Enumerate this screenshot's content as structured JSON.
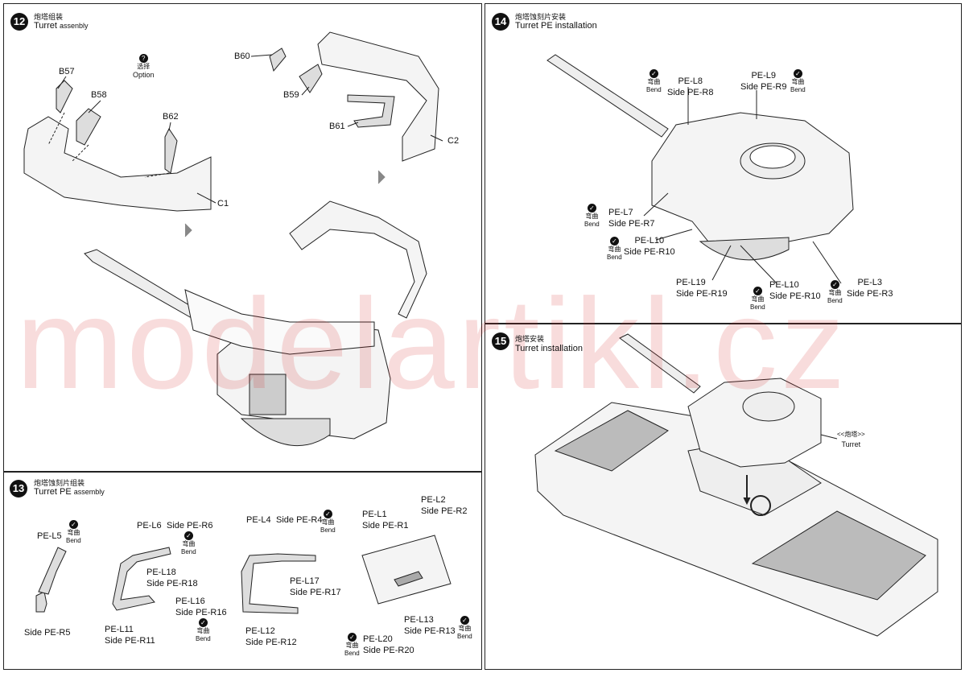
{
  "step12": {
    "num": "12",
    "cn": "炮塔组装",
    "en_word": "Turret",
    "en_sub": "assenbly",
    "option_cn": "选择",
    "option_en": "Option",
    "parts": {
      "b57": "B57",
      "b58": "B58",
      "b62": "B62",
      "b60": "B60",
      "b59": "B59",
      "b61": "B61",
      "c1": "C1",
      "c2": "C2"
    }
  },
  "step13": {
    "num": "13",
    "cn": "炮塔蚀刻片组装",
    "en_word": "Turret PE",
    "en_sub": "assembly",
    "bend_cn": "弯曲",
    "bend_en": "Bend",
    "l5": "PE-L5",
    "r5": "Side PE-R5",
    "l6": "PE-L6",
    "r6": "Side PE-R6",
    "l18": "PE-L18",
    "r18": "Side PE-R18",
    "l16": "PE-L16",
    "r16": "Side PE-R16",
    "l11": "PE-L11",
    "r11": "Side PE-R11",
    "l4": "PE-L4",
    "r4": "Side PE-R4",
    "l17": "PE-L17",
    "r17": "Side PE-R17",
    "l12": "PE-L12",
    "r12": "Side PE-R12",
    "l1": "PE-L1",
    "r1": "Side PE-R1",
    "l2": "PE-L2",
    "r2": "Side PE-R2",
    "l13": "PE-L13",
    "r13": "Side PE-R13",
    "l20": "PE-L20",
    "r20": "Side PE-R20"
  },
  "step14": {
    "num": "14",
    "cn": "炮塔蚀刻片安装",
    "en": "Turret PE  installation",
    "bend_cn": "弯曲",
    "bend_en": "Bend",
    "l8": "PE-L8",
    "r8": "Side PE-R8",
    "l9": "PE-L9",
    "r9": "Side PE-R9",
    "l7": "PE-L7",
    "r7": "Side PE-R7",
    "l10": "PE-L10",
    "r10": "Side PE-R10",
    "l19": "PE-L19",
    "r19": "Side PE-R19",
    "l3": "PE-L3",
    "r3": "Side PE-R3"
  },
  "step15": {
    "num": "15",
    "cn": "炮塔安装",
    "en": "Turret installation",
    "turret_cn": "<<炮塔>>",
    "turret_en": "Turret"
  },
  "watermark": "modelartikl.cz"
}
